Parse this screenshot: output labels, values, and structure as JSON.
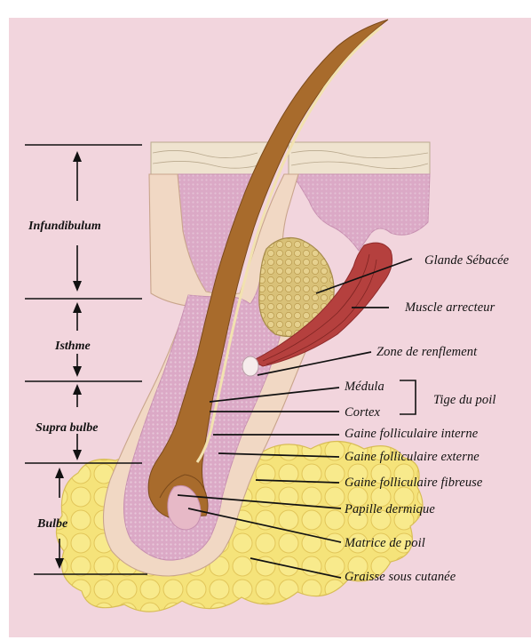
{
  "zones": {
    "infundibulum": "Infundibulum",
    "isthme": "Isthme",
    "supra_bulbe": "Supra bulbe",
    "bulbe": "Bulbe"
  },
  "labels": {
    "glande_sebacee": "Glande Sébacée",
    "muscle_arrecteur": "Muscle arrecteur",
    "zone_renflement": "Zone de renflement",
    "medula": "Médula",
    "cortex": "Cortex",
    "tige_du_poil": "Tige du poil",
    "gaine_interne": "Gaine folliculaire interne",
    "gaine_externe": "Gaine folliculaire externe",
    "gaine_fibreuse": "Gaine folliculaire fibreuse",
    "papille": "Papille dermique",
    "matrice": "Matrice de poil",
    "graisse": "Graisse sous cutanée"
  },
  "colors": {
    "background": "#f2d5dd",
    "skin_surface": "#efe3cf",
    "dermis": "#dba9c6",
    "sheath": "#f1d8c4",
    "hair_shaft": "#a86b2c",
    "medulla": "#f2e2b0",
    "sebaceous_gland": "#d9c178",
    "muscle": "#b5403e",
    "fat": "#f5e37a"
  }
}
